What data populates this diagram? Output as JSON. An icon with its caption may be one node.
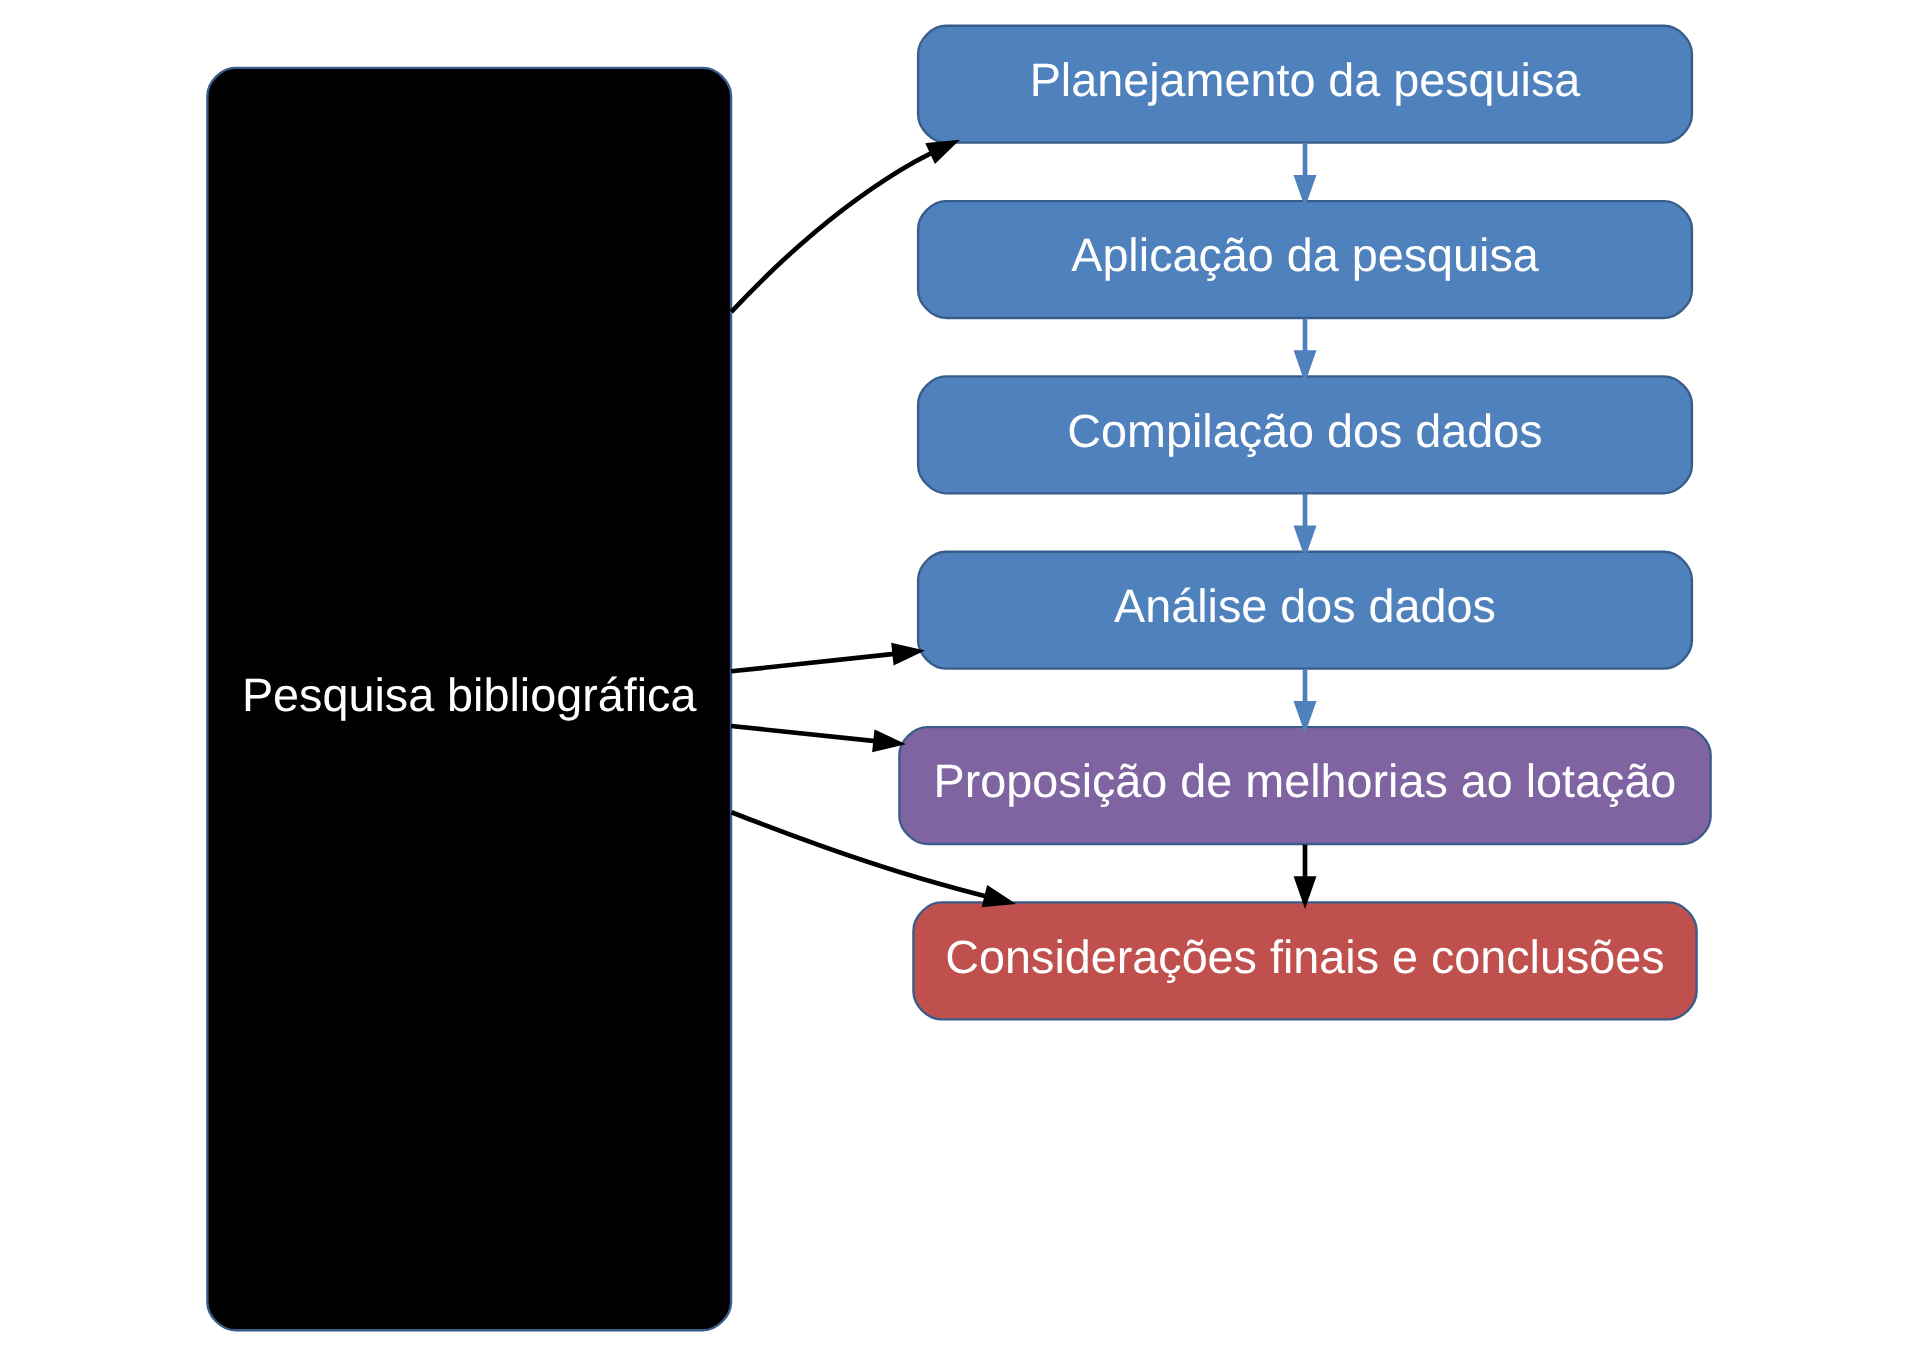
{
  "diagram": {
    "nodes": [
      {
        "text": [
          "Pesquisa bibliográfica"
        ]
      },
      {
        "text": [
          "Planejamento da pesquisa"
        ]
      },
      {
        "text": [
          "Aplicação da pesquisa"
        ]
      },
      {
        "text": [
          "Compilação dos dados"
        ]
      },
      {
        "text": [
          "Análise dos dados"
        ]
      },
      {
        "text": [
          "Proposição de melhorias ao lotação"
        ]
      },
      {
        "text": [
          "Considerações finais e conclusões"
        ]
      }
    ],
    "edges": [
      {
        "from": 0,
        "to": 1,
        "arrow": "to"
      },
      {
        "from": 1,
        "to": 2,
        "arrow": "to",
        "color": "#4f81bd"
      },
      {
        "from": 2,
        "to": 3,
        "arrow": "to",
        "color": "#4f81bd"
      },
      {
        "from": 0,
        "to": 4,
        "arrow": "to"
      },
      {
        "from": 3,
        "to": 4,
        "arrow": "to",
        "color": "#4f81bd"
      },
      {
        "from": 4,
        "to": 5,
        "arrow": "to",
        "color": "#4f81bd"
      },
      {
        "from": 0,
        "to": 5,
        "arrow": "to"
      },
      {
        "from": 5,
        "to": 6,
        "arrow": "to"
      },
      {
        "from": 0,
        "to": 6,
        "arrow": "to"
      }
    ]
  }
}
